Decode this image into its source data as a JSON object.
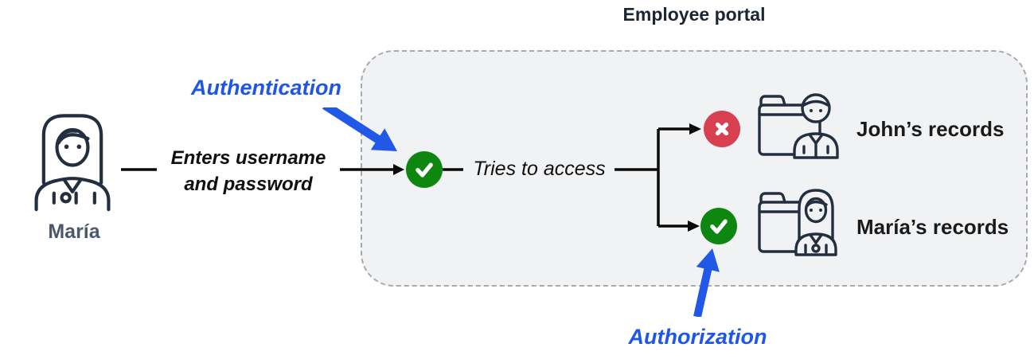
{
  "diagram": {
    "title": "Employee portal",
    "actor": {
      "name": "María",
      "icon": "woman-user-icon"
    },
    "action_label": {
      "line1": "Enters username",
      "line2": "and password"
    },
    "authentication_label": "Authentication",
    "authorization_label": "Authorization",
    "checkpoint": {
      "icon": "check-circle-icon",
      "label": "Tries to access"
    },
    "outcomes": [
      {
        "status": "denied",
        "status_icon": "cross-circle-icon",
        "target_icon": "folder-man-icon",
        "target": "John’s records"
      },
      {
        "status": "allowed",
        "status_icon": "check-circle-icon",
        "target_icon": "folder-woman-icon",
        "target": "María’s records"
      }
    ],
    "colors": {
      "accent_blue": "#1e56e8",
      "success_green": "#0e8710",
      "error_red": "#d84052",
      "icon_navy": "#232f3e",
      "portal_fill": "#f1f2f4",
      "portal_border": "#a6abb2",
      "text_black": "#1a1a1a"
    }
  }
}
